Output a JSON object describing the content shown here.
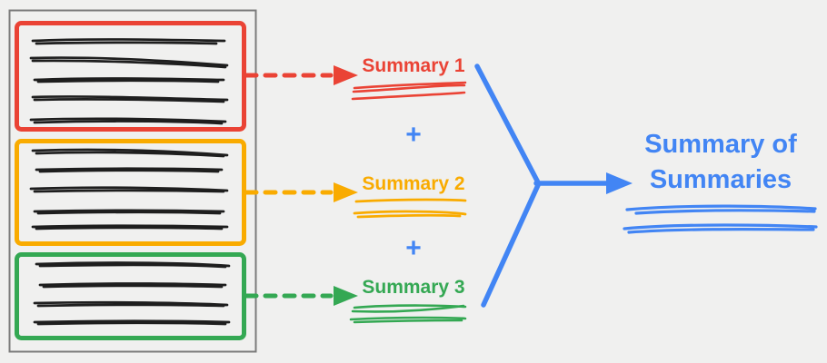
{
  "summaries": [
    {
      "label": "Summary 1",
      "color": "#EA4335"
    },
    {
      "label": "Summary 2",
      "color": "#F9AB00"
    },
    {
      "label": "Summary 3",
      "color": "#34A853"
    }
  ],
  "plus_operator": "+",
  "result": {
    "label": "Summary of Summaries",
    "color": "#4285F4"
  },
  "document": {
    "sections": [
      {
        "name": "red-section",
        "color": "#EA4335",
        "scribble_lines": 5
      },
      {
        "name": "orange-section",
        "color": "#F9AB00",
        "scribble_lines": 5
      },
      {
        "name": "green-section",
        "color": "#34A853",
        "scribble_lines": 4
      }
    ]
  },
  "palette": {
    "background": "#F0F0EF",
    "document_border": "#7B7B7B",
    "scribble_ink": "#1E1E1E",
    "red": "#EA4335",
    "orange": "#F9AB00",
    "green": "#34A853",
    "blue": "#4285F4"
  }
}
